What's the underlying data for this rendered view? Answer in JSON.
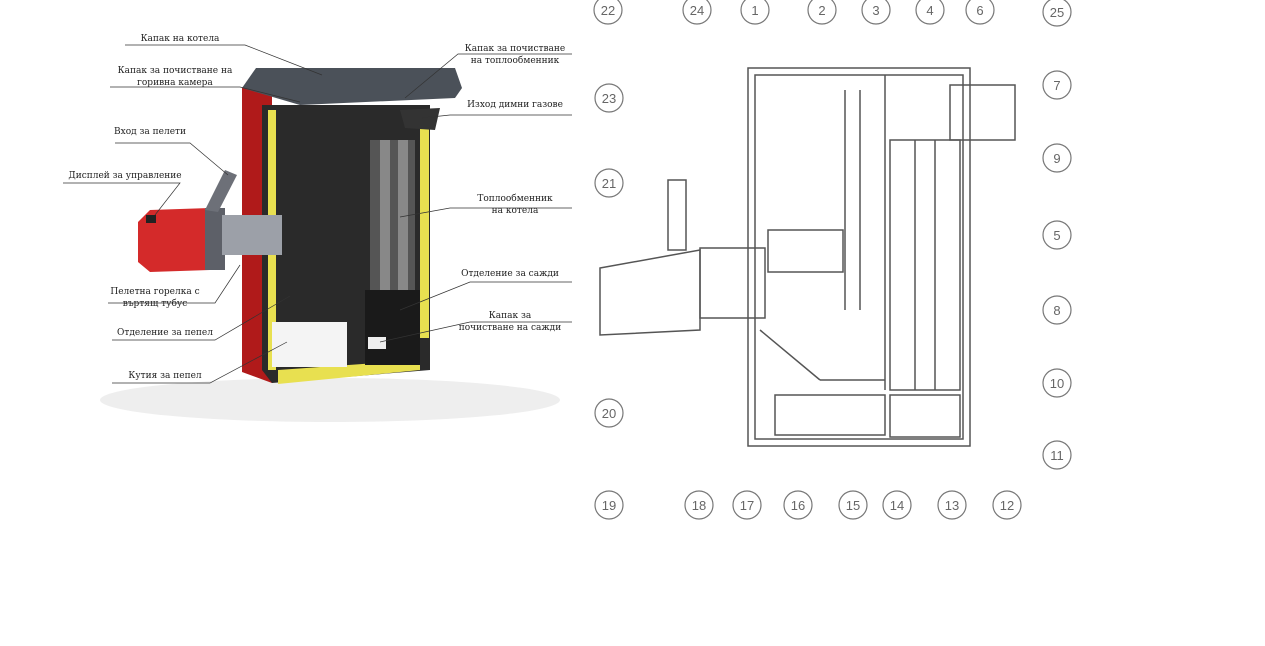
{
  "left_diagram": {
    "labels": {
      "boiler_lid": "Капак на котела",
      "combustion_cleaning_lid_1": "Капак за почистване на",
      "combustion_cleaning_lid_2": "горивна камера",
      "pellet_inlet": "Вход за пелети",
      "control_display": "Дисплей за управление",
      "burner_1": "Пелетна горелка с",
      "burner_2": "въртящ тубус",
      "ash_compartment": "Отделение за пепел",
      "ash_box": "Кутия за пепел",
      "hx_cleaning_lid_1": "Капак за почистване",
      "hx_cleaning_lid_2": "на топлообменник",
      "flue_outlet": "Изход димни газове",
      "heat_exchanger_1": "Топлообменник",
      "heat_exchanger_2": "на котела",
      "soot_compartment": "Отделение за сажди",
      "soot_cleaning_lid_1": "Капак за",
      "soot_cleaning_lid_2": "почистване на сажди"
    }
  },
  "right_diagram": {
    "callouts": [
      "22",
      "24",
      "1",
      "2",
      "3",
      "4",
      "6",
      "25",
      "7",
      "23",
      "9",
      "21",
      "5",
      "8",
      "10",
      "11",
      "20",
      "19",
      "18",
      "17",
      "16",
      "15",
      "14",
      "13",
      "12"
    ]
  }
}
